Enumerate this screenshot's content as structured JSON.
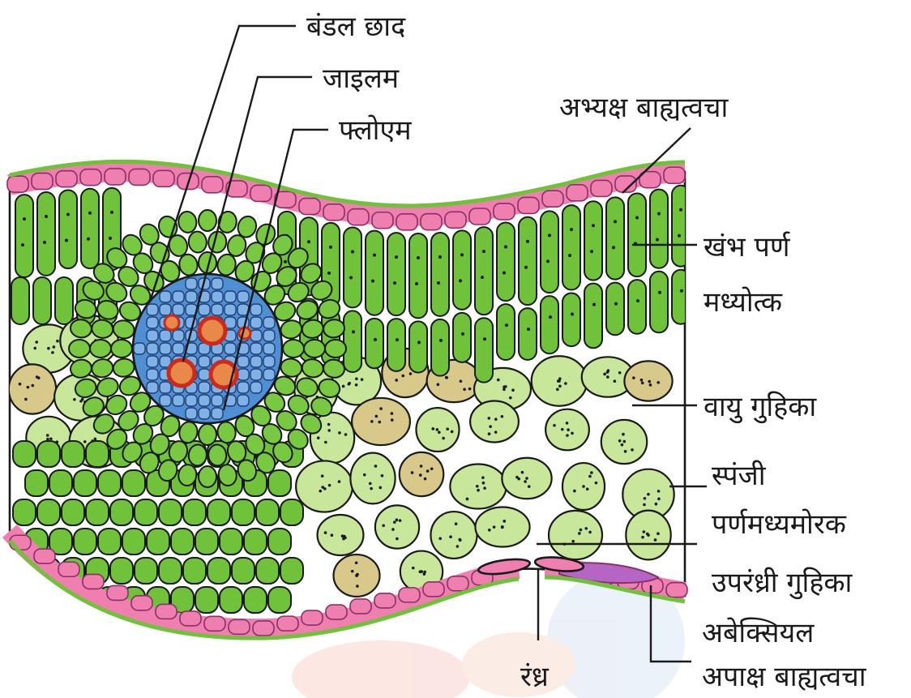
{
  "labels": {
    "bundle_sheath": "बंडल छाद",
    "xylem": "जाइलम",
    "phloem": "फ्लोएम",
    "adaxial_epidermis": "अभ्यक्ष बाह्यत्वचा",
    "palisade_1": "खंभ पर्ण",
    "palisade_2": "मध्योत्क",
    "air_cavity": "वायु गुहिका",
    "spongy_1": "स्पंजी",
    "spongy_2": "पर्णमध्यमोरक",
    "substomatal_cavity": "उपरंध्री गुहिका",
    "abaxial_1": "अबेक्सियल",
    "abaxial_2": "अपाक्ष बाह्यत्वचा",
    "stoma": "रंध्र"
  },
  "colors": {
    "epidermis": "#ee7fae",
    "epidermis_dark": "#8a2f6a",
    "mesophyll": "#6fc23a",
    "spongy": "#c8e79a",
    "bundle_sheath": "#78c842",
    "vascular": "#4f8fd4",
    "xylem_ring": "#cc2a1a",
    "outline": "#1a1a1a",
    "watermark": "#e8a392"
  }
}
